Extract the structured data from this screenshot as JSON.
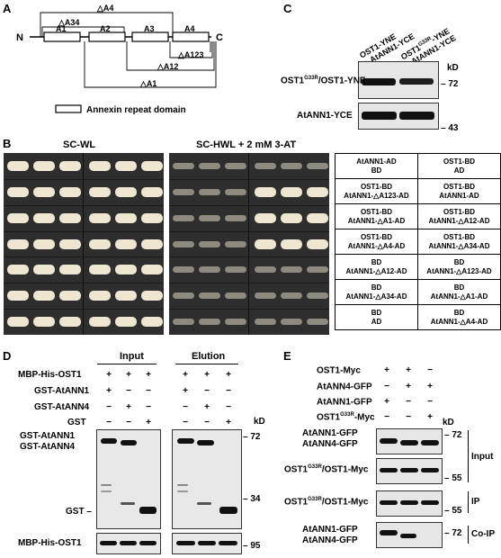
{
  "panels": {
    "A": {
      "letter": "A",
      "n_term": "N",
      "c_term": "C",
      "repeats": [
        "A1",
        "A2",
        "A3",
        "A4"
      ],
      "deletions": [
        "△A4",
        "△A34",
        "△A123",
        "△A12",
        "△A1"
      ],
      "legend": "Annexin repeat domain"
    },
    "B": {
      "letter": "B",
      "left_title": "SC-WL",
      "right_title": "SC-HWL  + 2 mM 3-AT",
      "table": [
        [
          "AtANN1-AD\nBD",
          "OST1-BD\nAD"
        ],
        [
          "OST1-BD\nAtANN1-△A123-AD",
          "OST1-BD\nAtANN1-AD"
        ],
        [
          "OST1-BD\nAtANN1-△A1-AD",
          "OST1-BD\nAtANN1-△A12-AD"
        ],
        [
          "OST1-BD\nAtANN1-△A4-AD",
          "OST1-BD\nAtANN1-△A34-AD"
        ],
        [
          "BD\nAtANN1-△A12-AD",
          "BD\nAtANN1-△A123-AD"
        ],
        [
          "BD\nAtANN1-△A34-AD",
          "BD\nAtANN1-△A1-AD"
        ],
        [
          "BD\nAD",
          "BD\nAtANN1-△A4-AD"
        ]
      ],
      "growth_right": [
        [
          false,
          false,
          false,
          false,
          false,
          false
        ],
        [
          false,
          false,
          false,
          true,
          true,
          true
        ],
        [
          false,
          false,
          false,
          true,
          true,
          true
        ],
        [
          false,
          false,
          false,
          true,
          true,
          true
        ],
        [
          false,
          false,
          false,
          false,
          false,
          false
        ],
        [
          false,
          false,
          false,
          false,
          false,
          false
        ],
        [
          false,
          false,
          false,
          false,
          false,
          false
        ]
      ]
    },
    "C": {
      "letter": "C",
      "lanes": [
        "OST1-YNE\n+ AtANN1-YCE",
        "OST1G33R-YNE\n+ AtANN1-YCE"
      ],
      "lane_main": [
        "OST1-YNE",
        "OST1"
      ],
      "lane_sup": [
        "",
        "G33R"
      ],
      "lane_rest": [
        "",
        "-YNE"
      ],
      "lane_second": [
        "+ AtANN1-YCE",
        "+ AtANN1-YCE"
      ],
      "kd": "kD",
      "row1_label_main": "OST1",
      "row1_label_sup": "G33R",
      "row1_label_rest": "/OST1-YNE",
      "row2_label": "AtANN1-YCE",
      "mw1": "72",
      "mw2": "43"
    },
    "D": {
      "letter": "D",
      "input": "Input",
      "elution": "Elution",
      "rows": [
        {
          "label": "MBP-His-OST1",
          "marks": [
            "+",
            "+",
            "+",
            "+",
            "+",
            "+"
          ]
        },
        {
          "label": "GST-AtANN1",
          "marks": [
            "+",
            "−",
            "−",
            "+",
            "−",
            "−"
          ]
        },
        {
          "label": "GST-AtANN4",
          "marks": [
            "−",
            "+",
            "−",
            "−",
            "+",
            "−"
          ]
        },
        {
          "label": "GST",
          "marks": [
            "−",
            "−",
            "+",
            "−",
            "−",
            "+"
          ]
        }
      ],
      "kd": "kD",
      "band_labels": [
        "GST-AtANN1",
        "GST-AtANN4",
        "GST",
        "MBP-His-OST1"
      ],
      "mw": [
        "72",
        "34",
        "95"
      ]
    },
    "E": {
      "letter": "E",
      "rows": [
        {
          "main": "OST1-Myc",
          "sup": "",
          "rest": "",
          "marks": [
            "+",
            "+",
            "−"
          ]
        },
        {
          "main": "AtANN4-GFP",
          "sup": "",
          "rest": "",
          "marks": [
            "−",
            "+",
            "+"
          ]
        },
        {
          "main": "AtANN1-GFP",
          "sup": "",
          "rest": "",
          "marks": [
            "+",
            "−",
            "−"
          ]
        },
        {
          "main": "OST1",
          "sup": "G33R",
          "rest": "-Myc",
          "marks": [
            "−",
            "−",
            "+"
          ]
        }
      ],
      "kd": "kD",
      "blot_labels": {
        "b1a": "AtANN1-GFP",
        "b1b": "AtANN4-GFP",
        "b2_main": "OST1",
        "b2_sup": "G33R",
        "b2_rest": "/OST1-Myc",
        "b3_main": "OST1",
        "b3_sup": "G33R",
        "b3_rest": "/OST1-Myc",
        "b4a": "AtANN1-GFP",
        "b4b": "AtANN4-GFP"
      },
      "mw": [
        "72",
        "55",
        "55",
        "72"
      ],
      "sections": [
        "Input",
        "IP",
        "Co-IP"
      ]
    }
  }
}
